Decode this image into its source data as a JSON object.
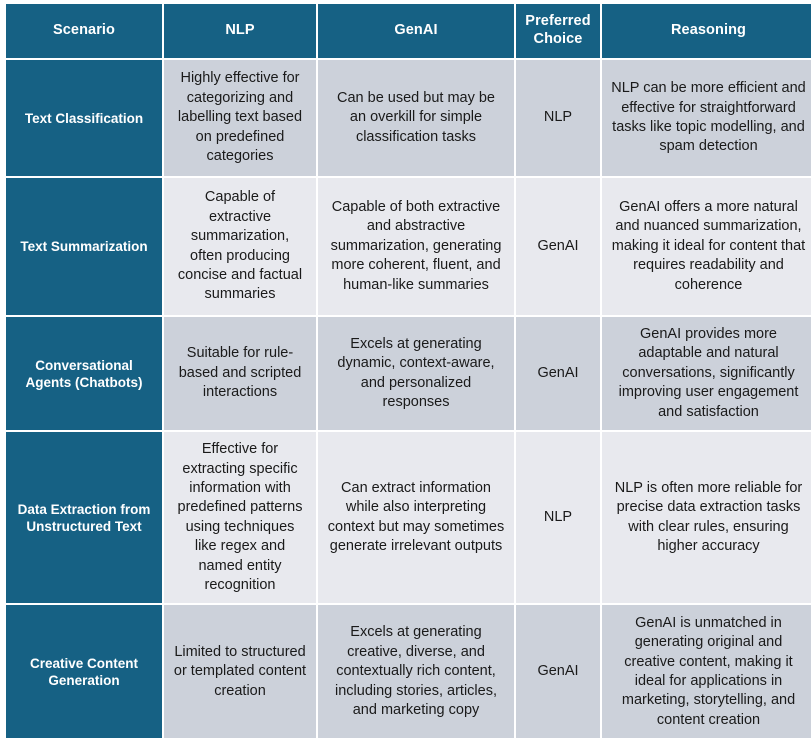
{
  "table": {
    "columns": [
      {
        "key": "scenario",
        "label": "Scenario"
      },
      {
        "key": "nlp",
        "label": "NLP"
      },
      {
        "key": "genai",
        "label": "GenAI"
      },
      {
        "key": "choice",
        "label": "Preferred Choice"
      },
      {
        "key": "reasoning",
        "label": "Reasoning"
      }
    ],
    "colors": {
      "header_bg": "#166184",
      "header_text": "#ffffff",
      "scenario_bg": "#166184",
      "scenario_text": "#ffffff",
      "row_band_dark": "#ccd1da",
      "row_band_light": "#e8e9ee",
      "body_text": "#1a1a1a",
      "page_bg": "#ffffff"
    },
    "rows": [
      {
        "scenario": "Text Classification",
        "nlp": "Highly effective for categorizing and labelling text based on predefined categories",
        "genai": "Can be used but may be an overkill for simple classification tasks",
        "choice": "NLP",
        "reasoning": "NLP can be more efficient and effective for straightforward tasks like topic modelling, and spam detection"
      },
      {
        "scenario": "Text Summarization",
        "nlp": "Capable of extractive summarization, often producing concise and factual summaries",
        "genai": "Capable of both extractive and abstractive summarization, generating more coherent, fluent, and human-like summaries",
        "choice": "GenAI",
        "reasoning": "GenAI offers a more natural and nuanced summarization, making it ideal for content that requires readability and coherence"
      },
      {
        "scenario": "Conversational Agents (Chatbots)",
        "nlp": "Suitable for rule-based and scripted interactions",
        "genai": "Excels at generating dynamic, context-aware, and personalized responses",
        "choice": "GenAI",
        "reasoning": "GenAI provides more adaptable and natural conversations, significantly improving user engagement and satisfaction"
      },
      {
        "scenario": "Data Extraction from Unstructured Text",
        "nlp": "Effective for extracting specific information with predefined patterns using techniques like regex and named entity recognition",
        "genai": "Can extract information while also interpreting context but may sometimes generate irrelevant outputs",
        "choice": "NLP",
        "reasoning": "NLP is often more reliable for precise data extraction tasks with clear rules, ensuring higher accuracy"
      },
      {
        "scenario": "Creative Content Generation",
        "nlp": "Limited to structured or templated content creation",
        "genai": "Excels at generating creative, diverse, and contextually rich content, including stories, articles, and marketing copy",
        "choice": "GenAI",
        "reasoning": "GenAI is unmatched in generating original and creative content, making it ideal for applications in marketing, storytelling, and content creation"
      }
    ]
  }
}
